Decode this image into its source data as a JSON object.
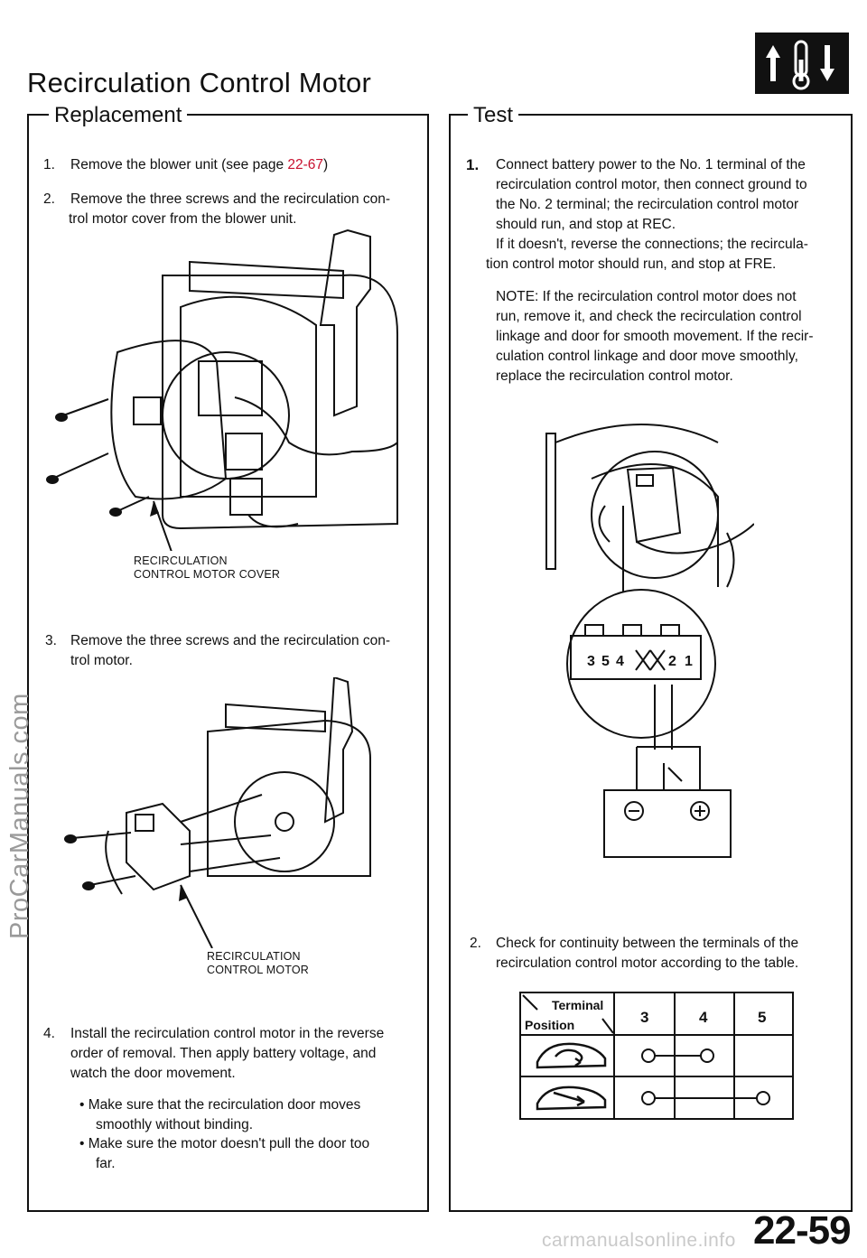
{
  "header": {
    "title": "Recirculation Control Motor",
    "icon": "thermometer-up-down-icon"
  },
  "replacement": {
    "heading": "Replacement",
    "step1": {
      "num": "1.",
      "text_a": "Remove the blower unit (see page ",
      "link": "22-67",
      "text_b": ")"
    },
    "step2": {
      "num": "2.",
      "line1": "Remove the three screws and the recirculation con-",
      "line2": "trol motor cover from the blower unit."
    },
    "label1_line1": "RECIRCULATION",
    "label1_line2": "CONTROL MOTOR COVER",
    "step3": {
      "num": "3.",
      "line1": "Remove the three screws and the recirculation con-",
      "line2": "trol motor."
    },
    "label2_line1": "RECIRCULATION",
    "label2_line2": "CONTROL  MOTOR",
    "step4": {
      "num": "4.",
      "line1": "Install the recirculation control motor in the reverse",
      "line2": "order of removal. Then apply battery voltage, and",
      "line3": "watch the door movement."
    },
    "bullet1_line1": "• Make sure that the recirculation door moves",
    "bullet1_line2": "smoothly without binding.",
    "bullet2_line1": "• Make sure the motor doesn't pull the door too",
    "bullet2_line2": "far."
  },
  "test": {
    "heading": "Test",
    "step1": {
      "num": "1.",
      "line1": "Connect battery power to the No. 1 terminal of the",
      "line2": "recirculation control motor, then connect ground to",
      "line3": "the No. 2 terminal; the recirculation control motor",
      "line4": "should run, and stop at REC.",
      "line5": "If it doesn't, reverse the connections; the recircula-",
      "line6": "tion control motor should run, and stop at FRE."
    },
    "note": {
      "line1": "NOTE:  If the recirculation control motor does not",
      "line2": "run, remove it, and check the recirculation control",
      "line3": "linkage and door for smooth movement. If the recir-",
      "line4": "culation control linkage and door move smoothly,",
      "line5": "replace the recirculation control motor."
    },
    "connector_pins": [
      "3",
      "5",
      "4",
      "2",
      "1"
    ],
    "step2": {
      "num": "2.",
      "line1": "Check for continuity between the terminals of the",
      "line2": "recirculation control motor according to the table."
    },
    "table": {
      "header_terminal": "Terminal",
      "header_position": "Position",
      "columns": [
        "3",
        "4",
        "5"
      ]
    }
  },
  "watermark": "ProCarManuals.com",
  "footer_watermark": "carmanualsonline.info",
  "page_number": "22-59"
}
